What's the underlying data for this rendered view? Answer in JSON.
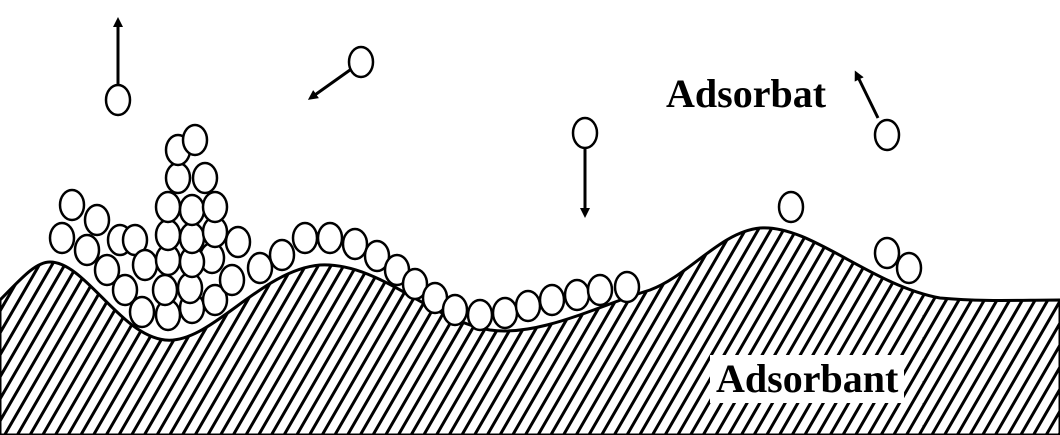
{
  "labels": {
    "adsorbate": "Adsorbat",
    "adsorbent": "Adsorbant"
  },
  "colors": {
    "ink": "#000000",
    "background": "#ffffff",
    "particle_fill": "#ffffff"
  },
  "motions": [
    "desorbing-up",
    "approaching-down-left",
    "adsorbing-down",
    "desorbing-up-left"
  ]
}
